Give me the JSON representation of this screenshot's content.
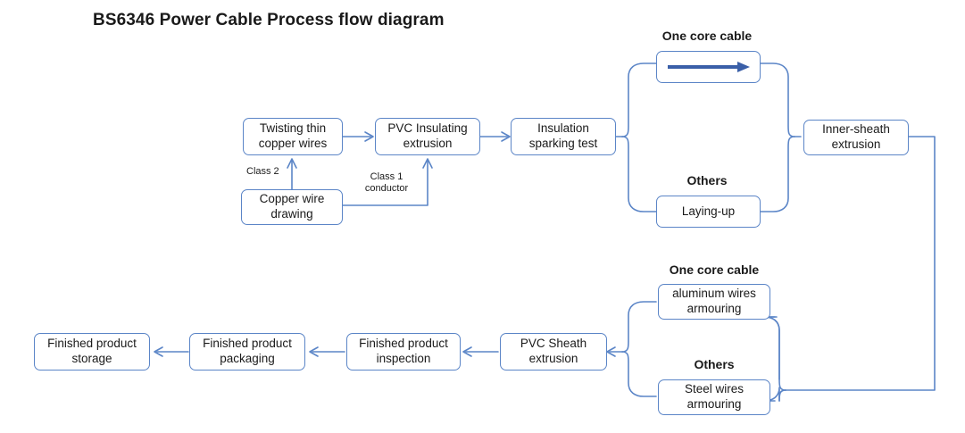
{
  "diagram": {
    "title": "BS6346 Power Cable Process flow diagram",
    "accent_color": "#5b85c7",
    "arrow_color": "#3a5fa8",
    "background": "#ffffff",
    "text_color": "#1a1a1a"
  },
  "nodes": {
    "twisting": "Twisting thin\ncopper wires",
    "pvc_insulating": "PVC Insulating\nextrusion",
    "sparking_test": "Insulation\nsparking test",
    "copper_drawing": "Copper wire\ndrawing",
    "one_core_top": "",
    "laying_up": "Laying-up",
    "inner_sheath": "Inner-sheath\nextrusion",
    "aluminum_armouring": "aluminum wires\narmouring",
    "steel_armouring": "Steel wires\narmouring",
    "pvc_sheath": "PVC Sheath\nextrusion",
    "inspection": "Finished product\ninspection",
    "packaging": "Finished product\npackaging",
    "storage": "Finished product\nstorage"
  },
  "group_labels": {
    "one_core_cable_top": "One core cable",
    "others_top": "Others",
    "one_core_cable_bottom": "One core cable",
    "others_bottom": "Others"
  },
  "edge_labels": {
    "class2": "Class 2",
    "class1_conductor": "Class 1\nconductor"
  },
  "icons": {
    "passthrough_arrow": "right-arrow-icon"
  }
}
